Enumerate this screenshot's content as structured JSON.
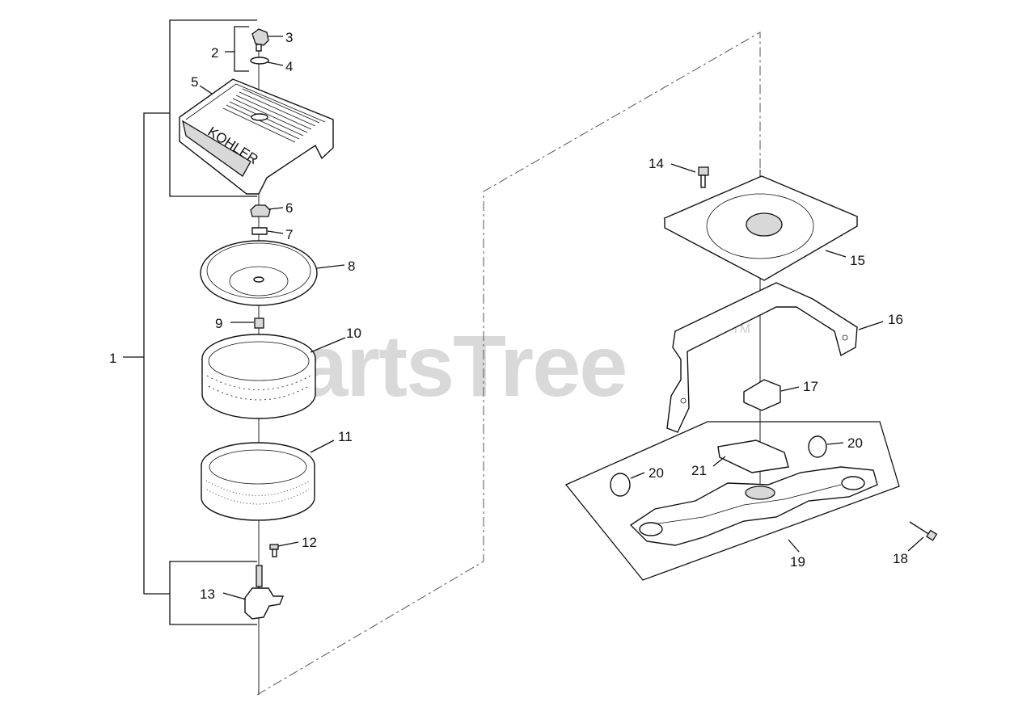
{
  "watermark": {
    "text": "PartsTree",
    "trademark": "TM"
  },
  "logo_text": "KOHLER",
  "callouts": {
    "c1": "1",
    "c2": "2",
    "c3": "3",
    "c4": "4",
    "c5": "5",
    "c6": "6",
    "c7": "7",
    "c8": "8",
    "c9": "9",
    "c10": "10",
    "c11": "11",
    "c12": "12",
    "c13": "13",
    "c14": "14",
    "c15": "15",
    "c16": "16",
    "c17": "17",
    "c18": "18",
    "c19": "19",
    "c20a": "20",
    "c20b": "20",
    "c21": "21"
  }
}
